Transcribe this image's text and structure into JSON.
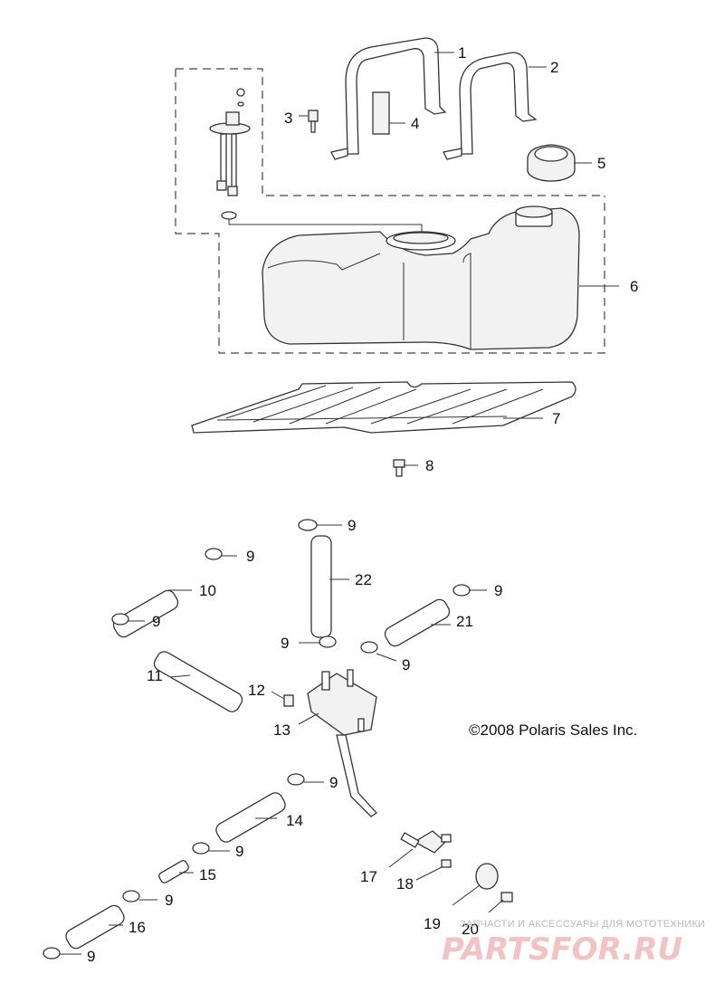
{
  "callouts": {
    "c1": "1",
    "c2": "2",
    "c3": "3",
    "c4": "4",
    "c5": "5",
    "c6": "6",
    "c7": "7",
    "c8": "8",
    "c9a": "9",
    "c9b": "9",
    "c9c": "9",
    "c9d": "9",
    "c9e": "9",
    "c9f": "9",
    "c9g": "9",
    "c9h": "9",
    "c9i": "9",
    "c9j": "9",
    "c10": "10",
    "c11": "11",
    "c12": "12",
    "c13": "13",
    "c14": "14",
    "c15": "15",
    "c16": "16",
    "c17": "17",
    "c18": "18",
    "c19": "19",
    "c20": "20",
    "c21": "21",
    "c22": "22"
  },
  "copyright": "©2008 Polaris Sales Inc.",
  "watermark": {
    "tagline": "ЗАПЧАСТИ И АКСЕССУАРЫ ДЛЯ МОТОТЕХНИКИ",
    "logo": "PARTSFOR.RU"
  },
  "colors": {
    "line": "#333333",
    "watermark": "#f3c3c3"
  }
}
